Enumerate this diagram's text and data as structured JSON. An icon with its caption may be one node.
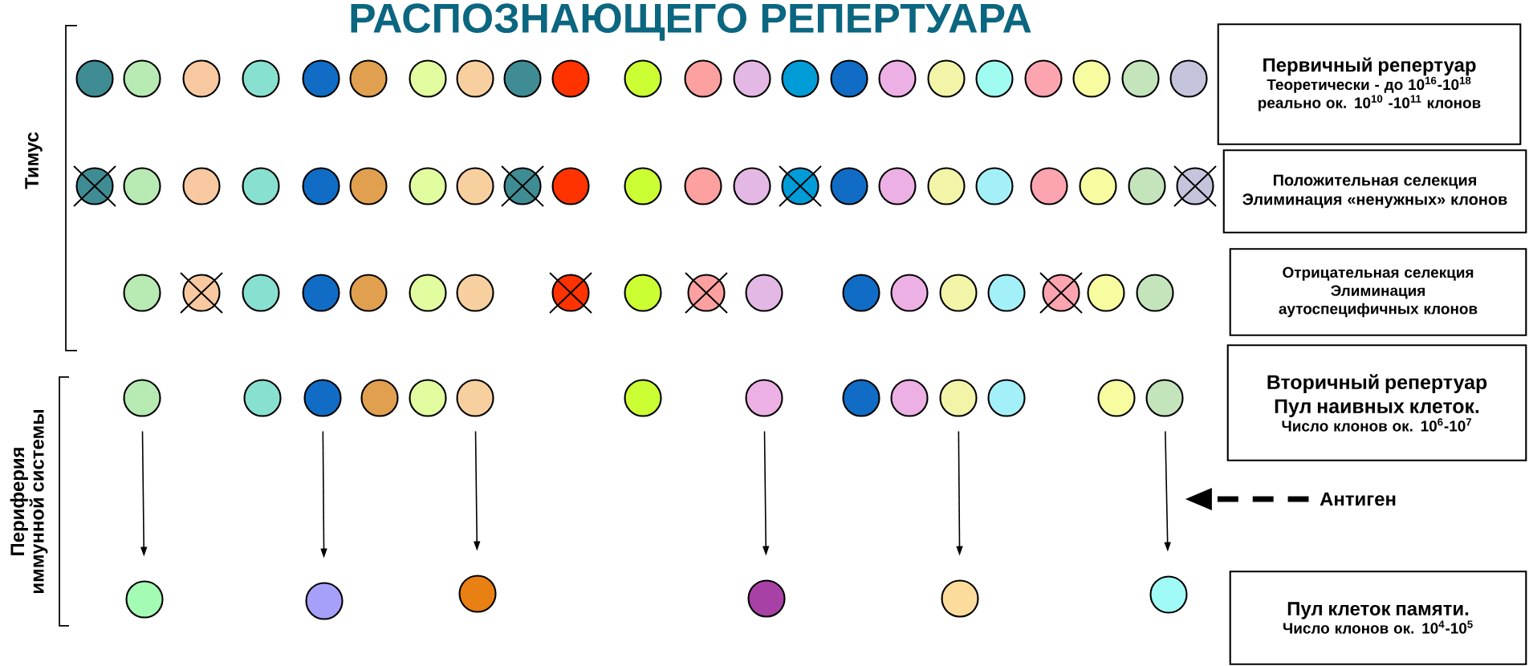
{
  "diagram": {
    "title": "РАСПОЗНАЮЩЕГО РЕПЕРТУАРА",
    "nodes": [
      {
        "text": [],
        "shape": "circle"
      },
      {
        "text": [],
        "shape": "circle"
      },
      {
        "text": [],
        "shape": "circle"
      },
      {
        "text": [],
        "shape": "circle"
      },
      {
        "text": [],
        "shape": "circle"
      },
      {
        "text": [],
        "shape": "circle"
      },
      {
        "text": [],
        "shape": "circle"
      },
      {
        "text": [],
        "shape": "circle"
      },
      {
        "text": [],
        "shape": "circle"
      },
      {
        "text": [],
        "shape": "circle"
      },
      {
        "text": [],
        "shape": "circle"
      },
      {
        "text": [],
        "shape": "circle"
      },
      {
        "text": [],
        "shape": "circle"
      },
      {
        "text": [],
        "shape": "circle"
      },
      {
        "text": [],
        "shape": "circle"
      },
      {
        "text": [],
        "shape": "circle"
      },
      {
        "text": [],
        "shape": "circle"
      },
      {
        "text": [],
        "shape": "circle"
      },
      {
        "text": [],
        "shape": "circle"
      },
      {
        "text": [],
        "shape": "circle"
      },
      {
        "text": [],
        "shape": "circle"
      },
      {
        "text": [],
        "shape": "circle"
      },
      {
        "text": [
          "Первичный репертуар",
          "Теоретически - до 10$^{16}$-10$^{18}$",
          "реально ок. 10$^{10}$ -10$^{11}$ клонов"
        ]
      },
      {
        "text": [],
        "shape": "circle"
      },
      {
        "text": [],
        "shape": "circle"
      },
      {
        "text": [],
        "shape": "circle"
      },
      {
        "text": [],
        "shape": "circle"
      },
      {
        "text": [],
        "shape": "circle"
      },
      {
        "text": [],
        "shape": "circle"
      },
      {
        "text": [],
        "shape": "circle"
      },
      {
        "text": [],
        "shape": "circle"
      },
      {
        "text": [],
        "shape": "circle"
      },
      {
        "text": [],
        "shape": "circle"
      },
      {
        "text": [],
        "shape": "circle"
      },
      {
        "text": [],
        "shape": "circle"
      },
      {
        "text": [],
        "shape": "circle"
      },
      {
        "text": [],
        "shape": "circle"
      },
      {
        "text": [],
        "shape": "circle"
      },
      {
        "text": [],
        "shape": "circle"
      },
      {
        "text": [],
        "shape": "circle"
      },
      {
        "text": [],
        "shape": "circle"
      },
      {
        "text": [],
        "shape": "circle"
      },
      {
        "text": [],
        "shape": "circle"
      },
      {
        "text": [],
        "shape": "circle"
      },
      {
        "text": [],
        "shape": "circle"
      },
      {
        "text": [
          "Положительная селекция",
          "Элиминация «ненужных» клонов"
        ]
      },
      {
        "text": [],
        "shape": "circle"
      },
      {
        "text": [],
        "shape": "circle"
      },
      {
        "text": [],
        "shape": "circle"
      },
      {
        "text": [],
        "shape": "circle"
      },
      {
        "text": [],
        "shape": "circle"
      },
      {
        "text": [],
        "shape": "circle"
      },
      {
        "text": [],
        "shape": "circle"
      },
      {
        "text": [],
        "shape": "circle"
      },
      {
        "text": [],
        "shape": "circle"
      },
      {
        "text": [],
        "shape": "circle"
      },
      {
        "text": [],
        "shape": "circle"
      },
      {
        "text": [],
        "shape": "circle"
      },
      {
        "text": [],
        "shape": "circle"
      },
      {
        "text": [],
        "shape": "circle"
      },
      {
        "text": [],
        "shape": "circle"
      },
      {
        "text": [],
        "shape": "circle"
      },
      {
        "text": [],
        "shape": "circle"
      },
      {
        "text": [],
        "shape": "circle"
      },
      {
        "text": [
          "Отрицательная селекция",
          "Элиминация аутоспецифичных клонов"
        ]
      },
      {
        "text": [],
        "shape": "circle"
      },
      {
        "text": [],
        "shape": "circle"
      },
      {
        "text": [],
        "shape": "circle"
      },
      {
        "text": [],
        "shape": "circle"
      },
      {
        "text": [],
        "shape": "circle"
      },
      {
        "text": [],
        "shape": "circle"
      },
      {
        "text": [],
        "shape": "circle"
      },
      {
        "text": [],
        "shape": "circle"
      },
      {
        "text": [],
        "shape": "circle"
      },
      {
        "text": [],
        "shape": "circle"
      },
      {
        "text": [],
        "shape": "circle"
      },
      {
        "text": [],
        "shape": "circle"
      },
      {
        "text": [],
        "shape": "circle"
      },
      {
        "text": [],
        "shape": "circle"
      },
      {
        "text": [
          "Вторичный репертуар",
          "Пул наивных клеток.",
          "Число клонов ок. 10$^{6}$-10$^{7}$"
        ]
      },
      {
        "text": [
          "Антиген"
        ]
      },
      {
        "text": [],
        "shape": "circle"
      },
      {
        "text": [],
        "shape": "circle"
      },
      {
        "text": [],
        "shape": "circle"
      },
      {
        "text": [],
        "shape": "circle"
      },
      {
        "text": [],
        "shape": "circle"
      },
      {
        "text": [],
        "shape": "circle"
      },
      {
        "text": [
          "Пул клеток памяти.",
          "Число клонов ок. 10$^{4}$-10$^{5}$"
        ]
      }
    ],
    "edges": [
      {
        "from": 65,
        "to": 81,
        "arrow": "to"
      },
      {
        "from": 67,
        "to": 82,
        "arrow": "to"
      },
      {
        "from": 70,
        "to": 83,
        "arrow": "to"
      },
      {
        "from": 72,
        "to": 84,
        "arrow": "to"
      },
      {
        "from": 75,
        "to": 85,
        "arrow": "to"
      },
      {
        "from": 78,
        "to": 86,
        "arrow": "to"
      },
      {
        "from": 80,
        "to": null,
        "arrow": "to",
        "style": "dashed"
      }
    ],
    "labels": [
      "Тимус",
      "Периферия иммунной системы"
    ]
  }
}
